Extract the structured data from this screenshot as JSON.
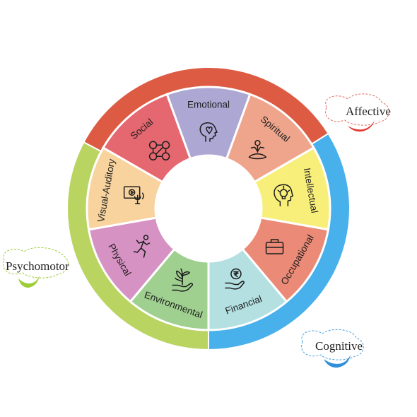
{
  "domains": [
    {
      "label": "Affective",
      "color": "#dd5a43",
      "accent": "#e03a30"
    },
    {
      "label": "Cognitive",
      "color": "#48b0ea",
      "accent": "#2f8fd8"
    },
    {
      "label": "Psychomotor",
      "color": "#b9d461",
      "accent": "#9ccd36"
    }
  ],
  "segments": [
    {
      "label": "Emotional",
      "color": "#ada7d4",
      "icon": "head-heart-icon"
    },
    {
      "label": "Spiritual",
      "color": "#efa58c",
      "icon": "meditation-icon"
    },
    {
      "label": "Intellectual",
      "color": "#f8ef7b",
      "icon": "head-lightbulb-icon"
    },
    {
      "label": "Occupational",
      "color": "#eb8a76",
      "icon": "briefcase-icon"
    },
    {
      "label": "Financial",
      "color": "#b4e0e2",
      "icon": "hand-rupee-icon"
    },
    {
      "label": "Environmental",
      "color": "#9fd090",
      "icon": "hand-plant-icon"
    },
    {
      "label": "Physical",
      "color": "#d792c4",
      "icon": "running-person-icon"
    },
    {
      "label": "Visual-Auditory",
      "color": "#f8d39e",
      "icon": "screen-microphone-icon"
    },
    {
      "label": "Social",
      "color": "#e5676f",
      "icon": "social-network-icon"
    }
  ]
}
